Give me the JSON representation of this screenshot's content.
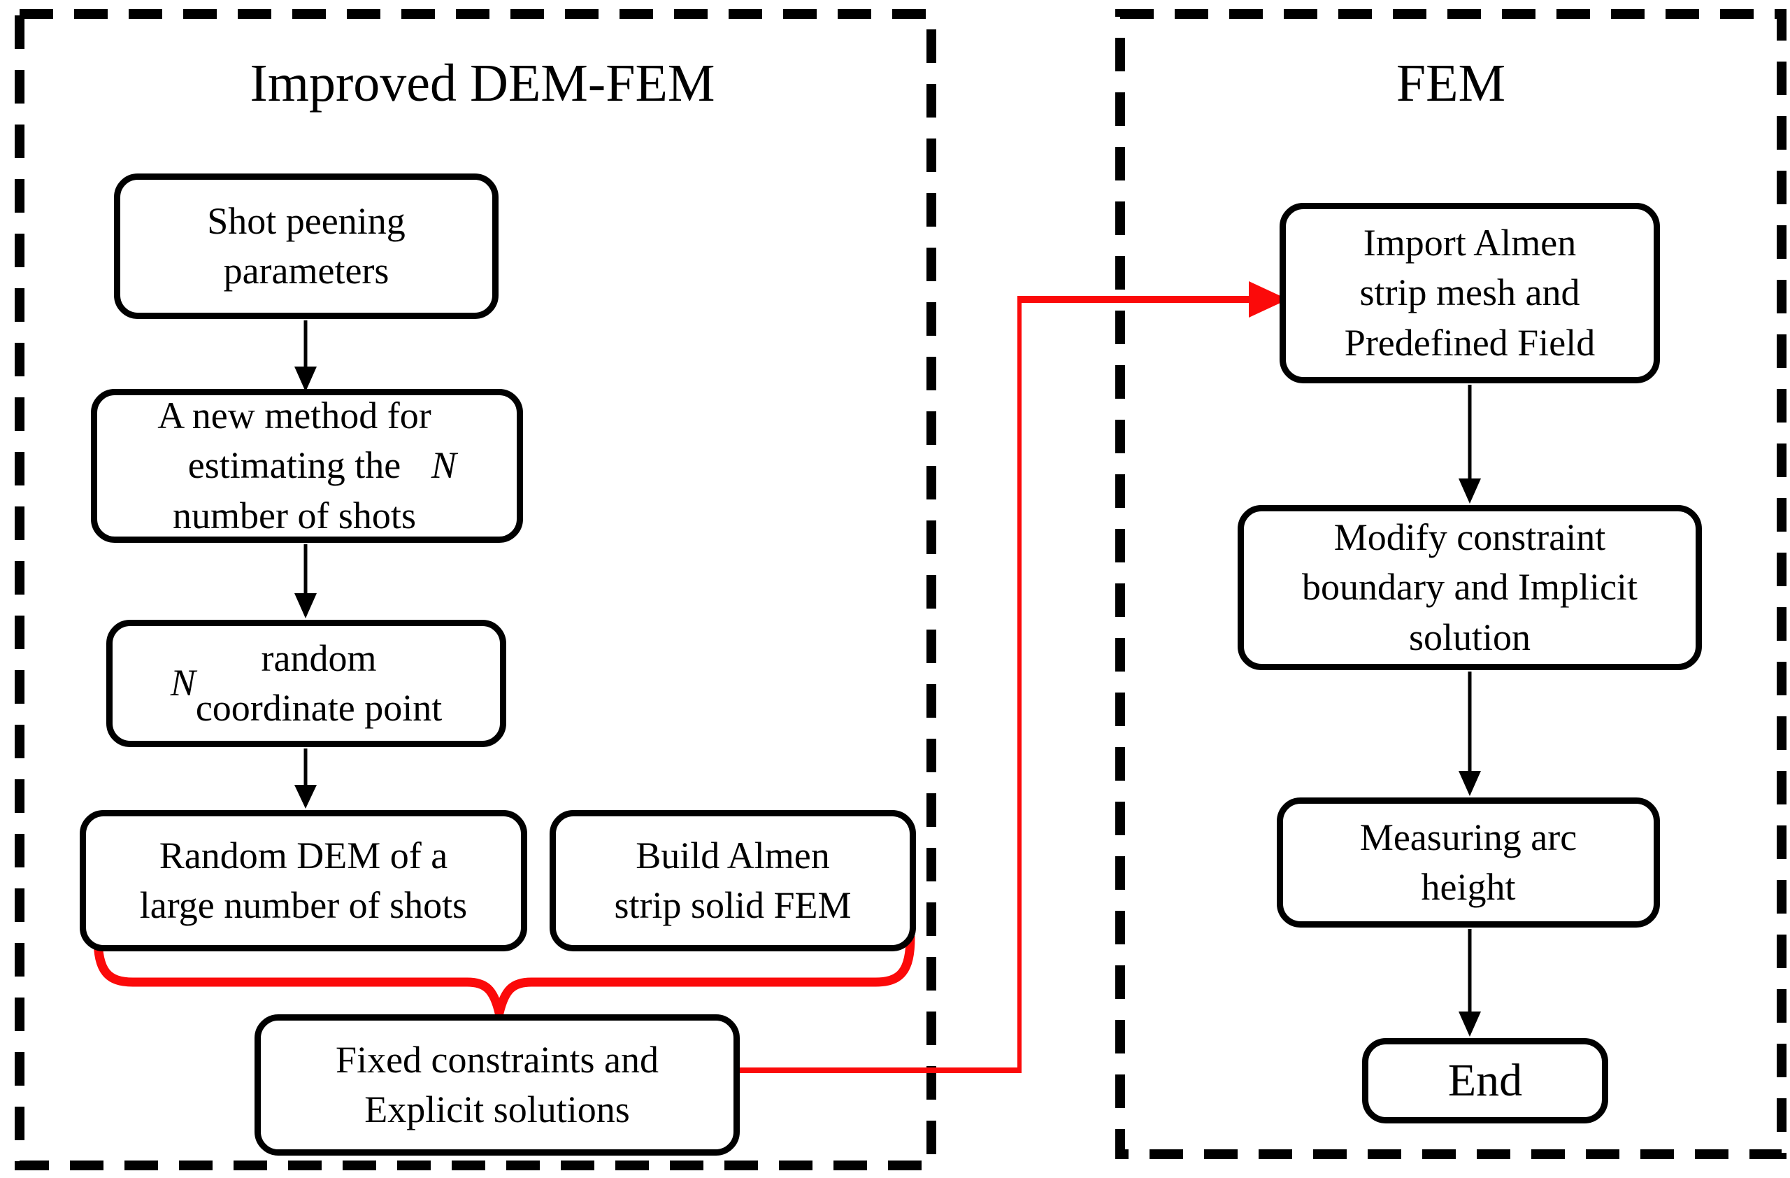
{
  "diagram": {
    "left_panel": {
      "title": "Improved DEM-FEM",
      "boxes": {
        "shot_peening": "Shot peening\nparameters",
        "new_method": "A new method for\nestimating the\nnumber of shots N",
        "random_coordinate": "N random\ncoordinate point",
        "random_dem": "Random DEM of a\nlarge number of shots",
        "build_almen": "Build Almen\nstrip solid FEM",
        "fixed_constraints": "Fixed constraints and\nExplicit solutions"
      }
    },
    "right_panel": {
      "title": "FEM",
      "boxes": {
        "import_almen": "Import Almen\nstrip mesh  and\nPredefined Field",
        "modify_constraint": "Modify constraint\nboundary and Implicit\nsolution",
        "measuring_arc": "Measuring arc\nheight",
        "end": "End"
      }
    },
    "colors": {
      "line_color": "#000000",
      "highlight_color": "#fb0a0a",
      "background": "#ffffff"
    }
  }
}
